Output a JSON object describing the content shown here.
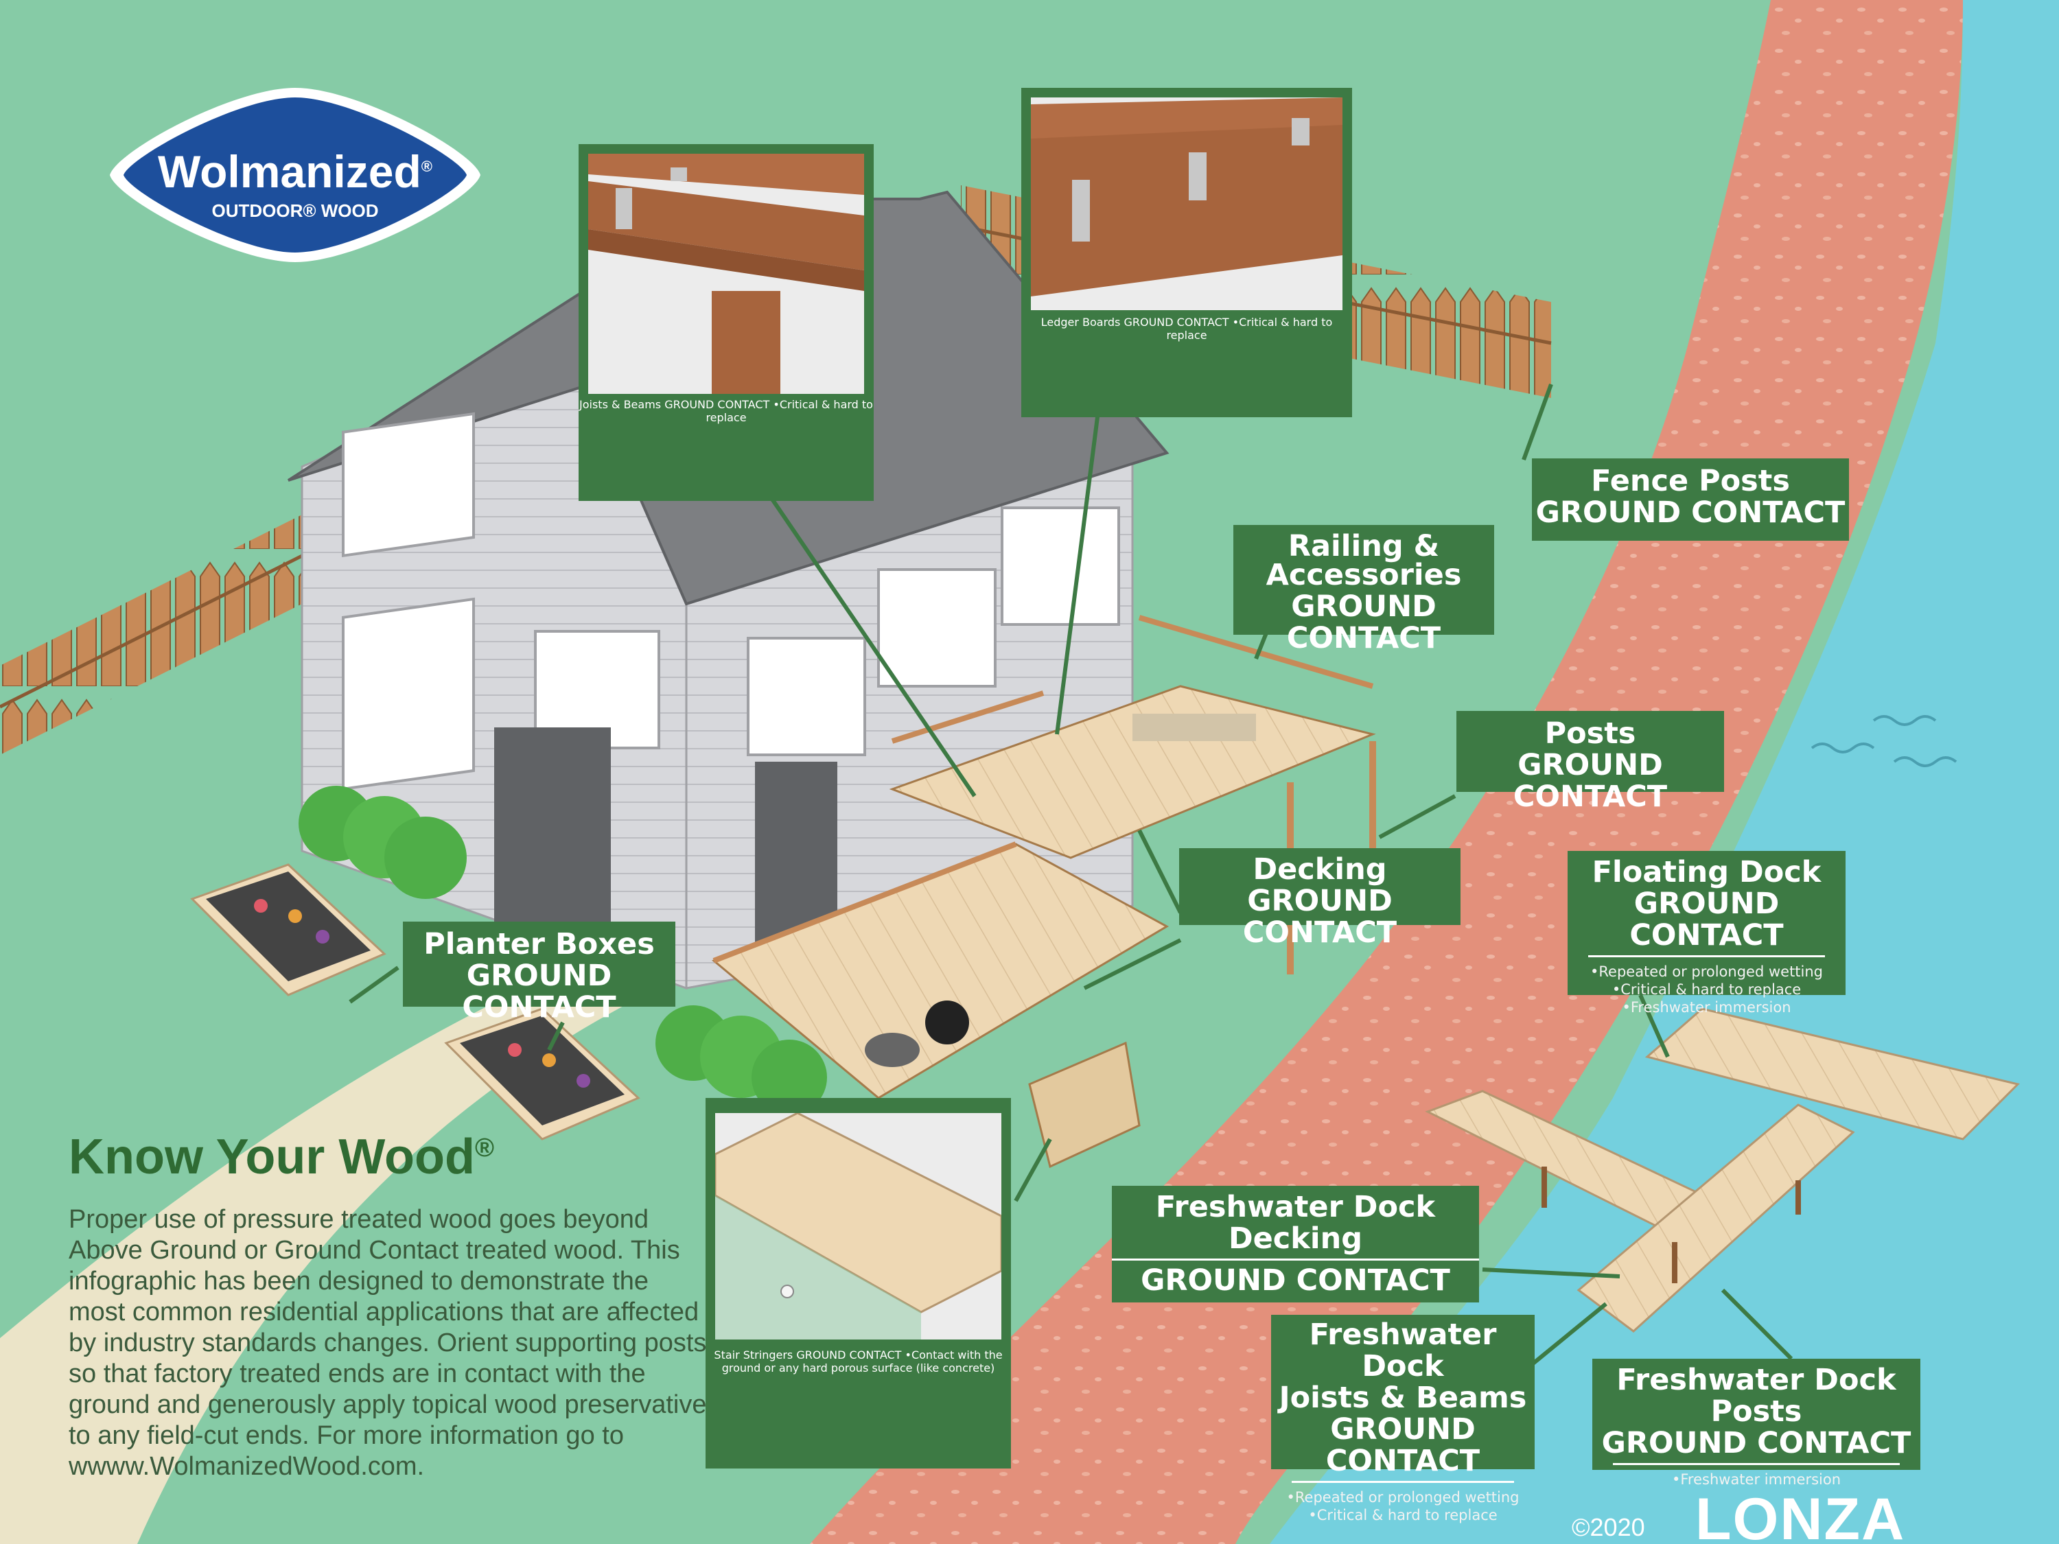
{
  "colors": {
    "lawn": "#86cba6",
    "path": "#ebe4c8",
    "shore": "#e3907b",
    "water": "#74d0de",
    "callout": "#3d7a44",
    "wood": "#eed8b4",
    "fence": "#c78a58",
    "siding": "#d7d8dc",
    "roof": "#7d7f82",
    "lonza": "#ffffff",
    "heading": "#2f6b33"
  },
  "logo": {
    "brand": "Wolmanized",
    "sub": "OUTDOOR® WOOD",
    "reg": "®"
  },
  "callouts": {
    "joists": {
      "title": "Joists & Beams",
      "tag": "GROUND CONTACT",
      "notes": [
        "•Critical & hard to replace"
      ]
    },
    "ledger": {
      "title": "Ledger Boards",
      "tag": "GROUND CONTACT",
      "notes": [
        "•Critical & hard to replace"
      ]
    },
    "fence": {
      "title": "Fence Posts",
      "tag": "GROUND CONTACT"
    },
    "railing": {
      "title": "Railing &",
      "title2": "Accessories",
      "tag": "GROUND CONTACT"
    },
    "posts": {
      "title": "Posts",
      "tag": "GROUND CONTACT"
    },
    "decking": {
      "title": "Decking",
      "tag": "GROUND CONTACT"
    },
    "floating": {
      "title": "Floating Dock",
      "tag": "GROUND CONTACT",
      "notes": [
        "•Repeated or prolonged wetting",
        "•Critical & hard to replace",
        "•Freshwater immersion"
      ]
    },
    "planter": {
      "title": "Planter Boxes",
      "tag": "GROUND CONTACT"
    },
    "dock_decking": {
      "title": "Freshwater Dock",
      "title2": "Decking",
      "tag": "GROUND CONTACT"
    },
    "dock_joists": {
      "title": "Freshwater Dock",
      "title2": "Joists & Beams",
      "tag": "GROUND CONTACT",
      "notes": [
        "•Repeated or prolonged wetting",
        "•Critical & hard to replace"
      ]
    },
    "dock_posts": {
      "title": "Freshwater Dock Posts",
      "tag": "GROUND CONTACT",
      "notes": [
        "•Freshwater immersion"
      ]
    },
    "stringers": {
      "title": "Stair Stringers",
      "tag": "GROUND CONTACT",
      "notes": [
        "•Contact with the ground or any hard",
        "porous surface (like concrete)"
      ]
    }
  },
  "heading": {
    "text": "Know Your Wood",
    "reg": "®"
  },
  "body": "Proper use of pressure treated wood goes beyond Above Ground or Ground Contact treated wood. This infographic has been designed to demonstrate the most common residential applications that are affected by industry standards changes. Orient supporting posts so that factory treated ends are in contact with the ground and generously apply topical wood preservative to any field-cut ends. For more information go to wwww.WolmanizedWood.com.",
  "footer": {
    "copyright": "©2020",
    "brand": "LONZA"
  }
}
